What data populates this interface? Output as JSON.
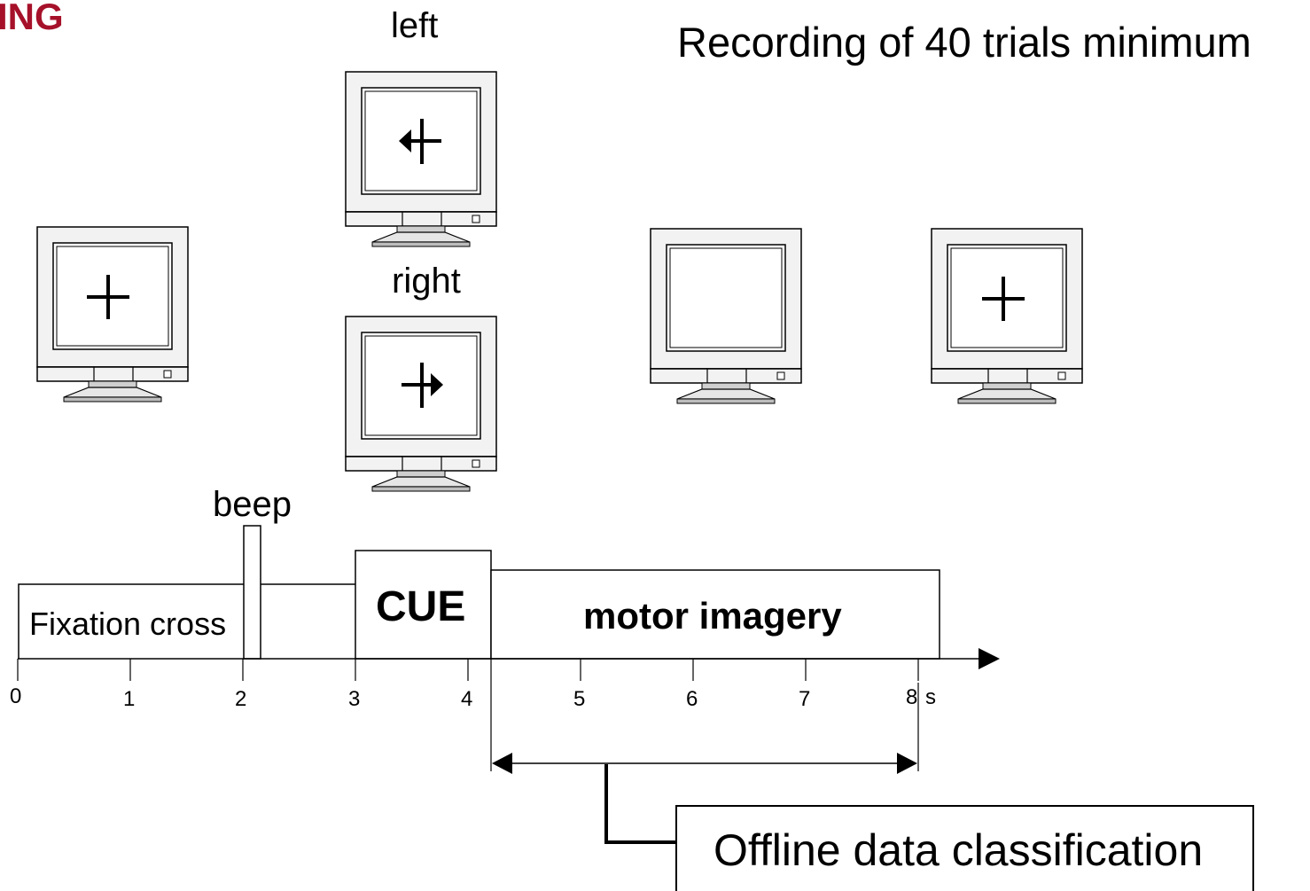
{
  "header_fragment": "ING",
  "recording_text": "Recording of 40 trials minimum",
  "cue_labels": {
    "left": "left",
    "right": "right"
  },
  "beep_label": "beep",
  "phases": {
    "fixation": "Fixation cross",
    "cue": "CUE",
    "motor_imagery": "motor imagery"
  },
  "timeline": {
    "ticks": [
      "0",
      "1",
      "2",
      "3",
      "4",
      "5",
      "6",
      "7",
      "8"
    ],
    "unit": "s"
  },
  "classification_label": "Offline data classification",
  "colors": {
    "header_accent": "#a6112a",
    "monitor_body": "#f2f2f2",
    "monitor_base": "#cfcfcf"
  },
  "monitors": [
    {
      "id": "fixation",
      "screen_icon": "cross-icon"
    },
    {
      "id": "cue-left",
      "screen_icon": "cross-left-arrow-icon"
    },
    {
      "id": "cue-right",
      "screen_icon": "cross-right-arrow-icon"
    },
    {
      "id": "motor-imagery",
      "screen_icon": "blank-screen"
    },
    {
      "id": "end",
      "screen_icon": "cross-icon"
    }
  ]
}
